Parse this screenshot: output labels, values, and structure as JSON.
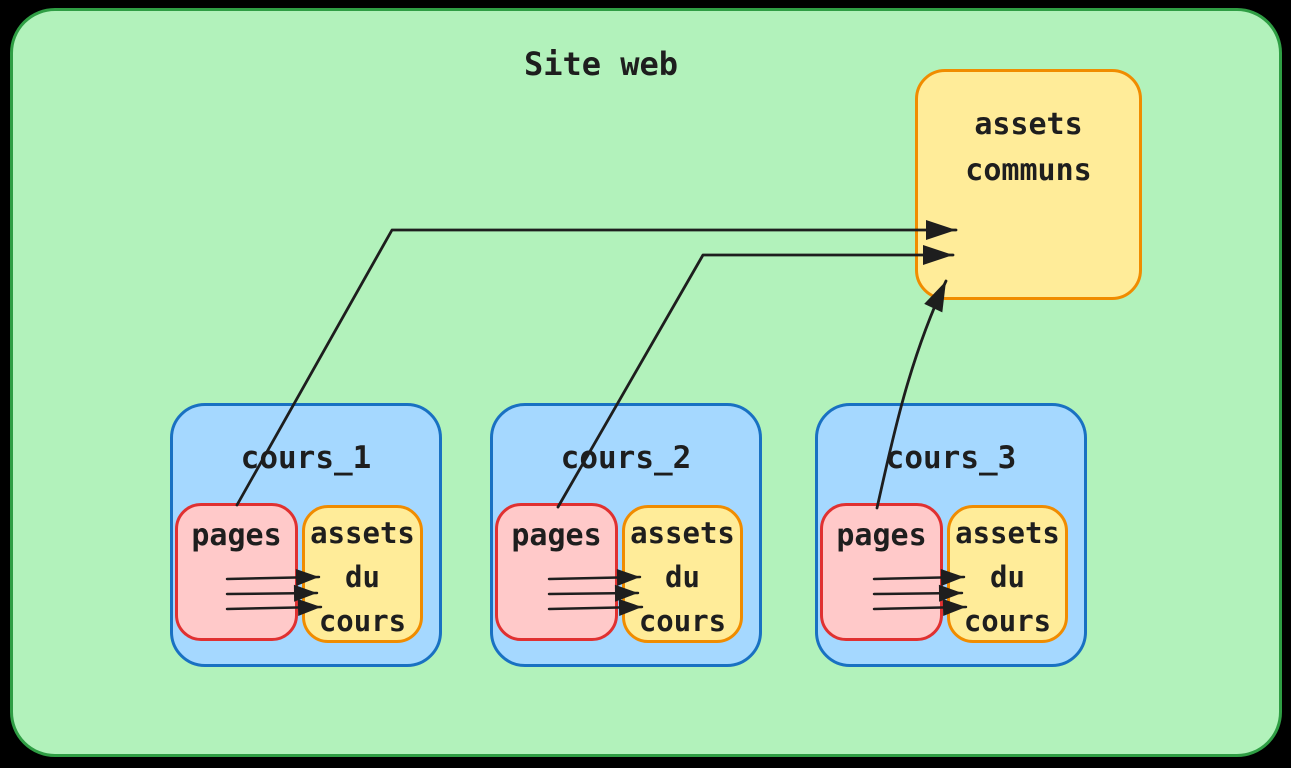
{
  "diagram": {
    "title": "Site web",
    "shared_assets": {
      "label": "assets\ncommuns"
    },
    "courses": [
      {
        "title": "cours_1",
        "pages_label": "pages",
        "assets_label": "assets\ndu\ncours"
      },
      {
        "title": "cours_2",
        "pages_label": "pages",
        "assets_label": "assets\ndu\ncours"
      },
      {
        "title": "cours_3",
        "pages_label": "pages",
        "assets_label": "assets\ndu\ncours"
      }
    ],
    "connections": [
      {
        "from": "cours_1.pages",
        "to": "assets communs"
      },
      {
        "from": "cours_2.pages",
        "to": "assets communs"
      },
      {
        "from": "cours_3.pages",
        "to": "assets communs"
      },
      {
        "from": "cours_1.pages",
        "to": "cours_1.assets du cours",
        "count": 3
      },
      {
        "from": "cours_2.pages",
        "to": "cours_2.assets du cours",
        "count": 3
      },
      {
        "from": "cours_3.pages",
        "to": "cours_3.assets du cours",
        "count": 3
      }
    ],
    "colors": {
      "outer_background": "#000000",
      "site_fill": "#b2f2bb",
      "site_stroke": "#2f9e44",
      "course_fill": "#a5d8ff",
      "course_stroke": "#1971c2",
      "pages_fill": "#ffc9c9",
      "pages_stroke": "#e03131",
      "assets_fill": "#ffec99",
      "assets_stroke": "#f08c00",
      "arrow_and_text": "#1e1e1e"
    }
  }
}
